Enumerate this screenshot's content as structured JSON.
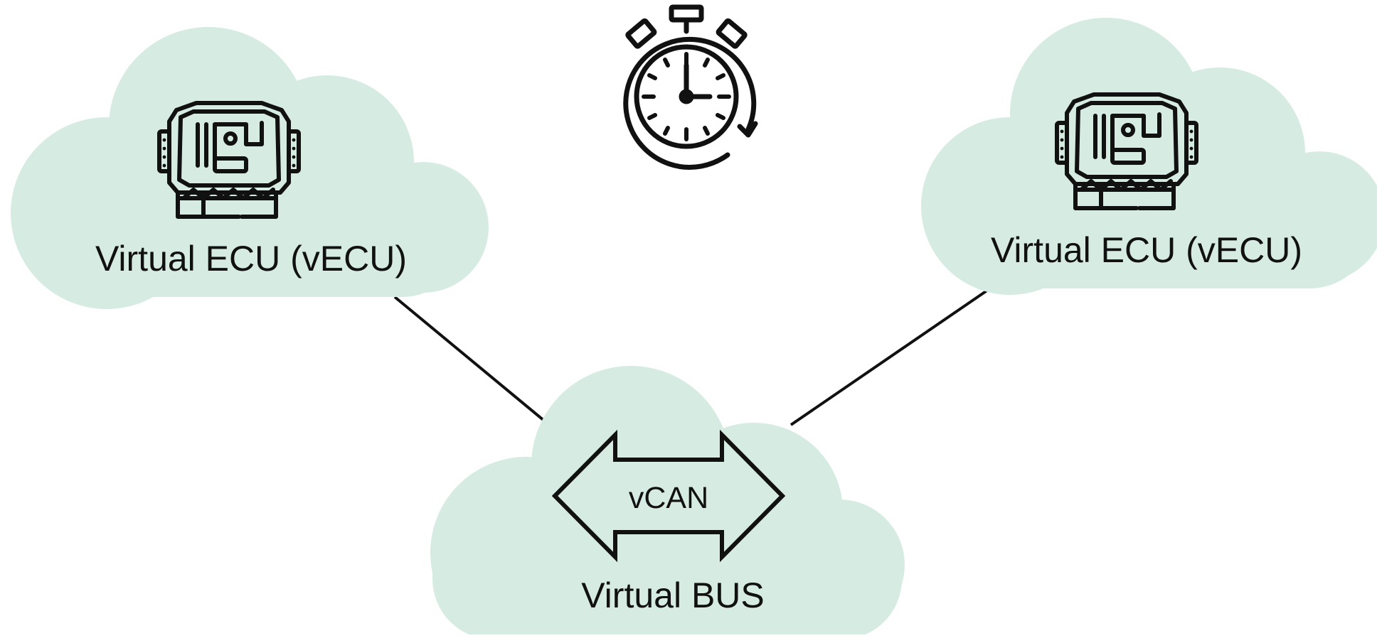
{
  "diagram": {
    "nodes": {
      "ecu_left": {
        "label": "Virtual ECU (vECU)",
        "icon": "ecu-chip-icon"
      },
      "ecu_right": {
        "label": "Virtual ECU (vECU)",
        "icon": "ecu-chip-icon"
      },
      "bus": {
        "label": "Virtual BUS",
        "arrow_label": "vCAN",
        "icon": "double-arrow-icon"
      }
    },
    "timer_icon": "stopwatch-icon",
    "edges": [
      {
        "from": "ecu_left",
        "to": "bus"
      },
      {
        "from": "ecu_right",
        "to": "bus"
      }
    ]
  },
  "colors": {
    "cloud": "#d6ece3",
    "stroke": "#111111",
    "background": "#ffffff"
  }
}
